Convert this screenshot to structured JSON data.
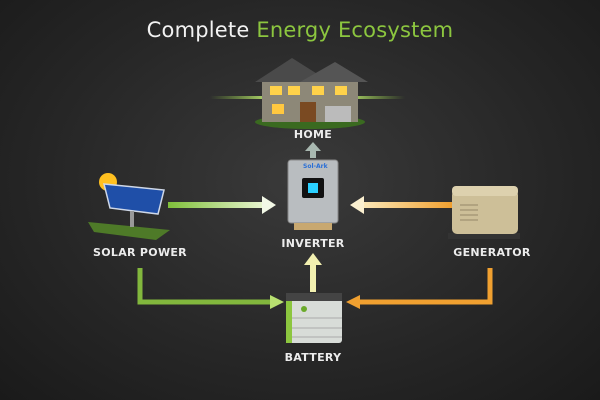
{
  "title": {
    "part1": "Complete",
    "part2": "Energy Ecosystem"
  },
  "nodes": {
    "home": "HOME",
    "inverter": "INVERTER",
    "solar": "SOLAR POWER",
    "generator": "GENERATOR",
    "battery": "BATTERY"
  },
  "logos": {
    "inverter_brand": "Sol-Ark"
  },
  "colors": {
    "accent": "#8cc63f",
    "solar_flow": "#9acd4a",
    "generator_flow": "#f0a030",
    "battery_flow": "#f2f0b0"
  }
}
